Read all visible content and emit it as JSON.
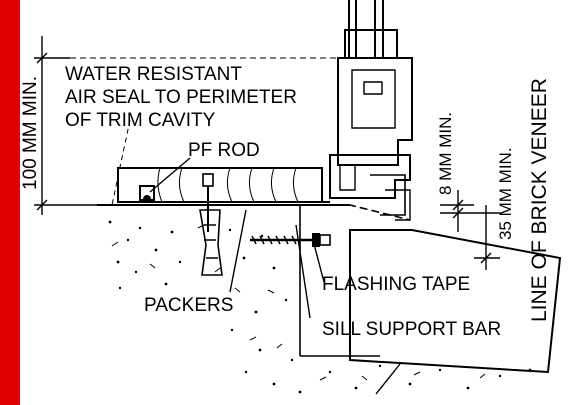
{
  "colors": {
    "border_accent": "#e00000",
    "line": "#000000",
    "background": "#ffffff"
  },
  "labels": {
    "dim_100mm": "100 MM MIN.",
    "water_resistant_1": "WATER RESISTANT",
    "water_resistant_2": "AIR SEAL TO PERIMETER",
    "water_resistant_3": "OF TRIM CAVITY",
    "pf_rod": "PF ROD",
    "dim_8mm": "8 MM MIN.",
    "dim_35mm": "35 MM MIN.",
    "brick_line": "LINE OF BRICK VENEER",
    "flashing": "FLASHING TAPE",
    "packers": "PACKERS",
    "sill": "SILL SUPPORT BAR"
  }
}
